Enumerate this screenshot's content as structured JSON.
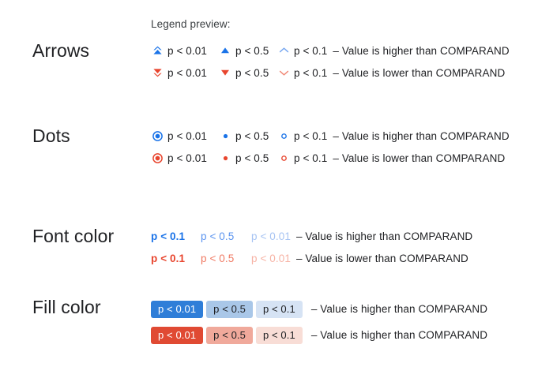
{
  "header": {
    "legend_preview_label": "Legend preview:"
  },
  "colors": {
    "blue_strong": "#1a73e8",
    "blue_medium": "#4285f4",
    "blue_light": "#8ab4f8",
    "blue_fill_strong": "#2f7ed8",
    "blue_fill_medium": "#a9c7e8",
    "blue_fill_light": "#d6e3f4",
    "red_strong": "#d93025",
    "red_medium": "#ea4335",
    "red_light": "#f28b82",
    "red_fill_strong": "#e04a33",
    "red_fill_medium": "#f0a99b",
    "red_fill_light": "#f8ddd6",
    "text": "#202124"
  },
  "sections": [
    {
      "id": "arrows",
      "label": "Arrows",
      "rows": [
        {
          "direction": "up",
          "color_key": "blue",
          "cells": [
            {
              "icon": "double-chevron-up-icon",
              "label": "p < 0.01"
            },
            {
              "icon": "triangle-up-icon",
              "label": "p < 0.5"
            },
            {
              "icon": "chevron-up-icon",
              "label": "p < 0.1"
            }
          ],
          "description": "– Value is higher than COMPARAND"
        },
        {
          "direction": "down",
          "color_key": "red",
          "cells": [
            {
              "icon": "double-chevron-down-icon",
              "label": "p < 0.01"
            },
            {
              "icon": "triangle-down-icon",
              "label": "p < 0.5"
            },
            {
              "icon": "chevron-down-icon",
              "label": "p < 0.1"
            }
          ],
          "description": "– Value is lower than COMPARAND"
        }
      ]
    },
    {
      "id": "dots",
      "label": "Dots",
      "rows": [
        {
          "direction": "up",
          "color_key": "blue",
          "cells": [
            {
              "icon": "ringed-dot-icon",
              "label": "p < 0.01"
            },
            {
              "icon": "filled-dot-icon",
              "label": "p < 0.5"
            },
            {
              "icon": "hollow-dot-icon",
              "label": "p < 0.1"
            }
          ],
          "description": "– Value is higher than COMPARAND"
        },
        {
          "direction": "down",
          "color_key": "red",
          "cells": [
            {
              "icon": "ringed-dot-icon",
              "label": "p < 0.01"
            },
            {
              "icon": "filled-dot-icon",
              "label": "p < 0.5"
            },
            {
              "icon": "hollow-dot-icon",
              "label": "p < 0.1"
            }
          ],
          "description": "– Value is lower than COMPARAND"
        }
      ]
    },
    {
      "id": "font-color",
      "label": "Font color",
      "rows": [
        {
          "direction": "up",
          "color_key": "blue",
          "cells": [
            {
              "label": "p < 0.1",
              "weight": "bold",
              "shade": "strong"
            },
            {
              "label": "p < 0.5",
              "weight": "normal",
              "shade": "medium"
            },
            {
              "label": "p < 0.01",
              "weight": "normal",
              "shade": "light"
            }
          ],
          "description": "– Value is higher than COMPARAND"
        },
        {
          "direction": "down",
          "color_key": "red",
          "cells": [
            {
              "label": "p < 0.1",
              "weight": "bold",
              "shade": "strong"
            },
            {
              "label": "p < 0.5",
              "weight": "normal",
              "shade": "medium"
            },
            {
              "label": "p < 0.01",
              "weight": "normal",
              "shade": "light"
            }
          ],
          "description": "– Value is lower than COMPARAND"
        }
      ]
    },
    {
      "id": "fill-color",
      "label": "Fill color",
      "rows": [
        {
          "direction": "up",
          "color_key": "blue",
          "cells": [
            {
              "label": "p < 0.01",
              "shade": "strong"
            },
            {
              "label": "p < 0.5",
              "shade": "medium"
            },
            {
              "label": "p < 0.1",
              "shade": "light"
            }
          ],
          "description": "– Value is higher than COMPARAND"
        },
        {
          "direction": "down",
          "color_key": "red",
          "cells": [
            {
              "label": "p < 0.01",
              "shade": "strong"
            },
            {
              "label": "p < 0.5",
              "shade": "medium"
            },
            {
              "label": "p < 0.1",
              "shade": "light"
            }
          ],
          "description": "– Value is higher than COMPARAND"
        }
      ]
    }
  ]
}
